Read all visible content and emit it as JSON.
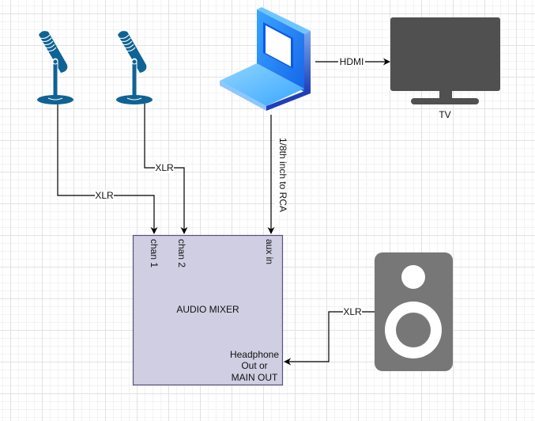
{
  "diagram": {
    "nodes": {
      "mic1": {
        "label": "",
        "icon": "microphone-icon"
      },
      "mic2": {
        "label": "",
        "icon": "microphone-icon"
      },
      "laptop": {
        "label": "",
        "icon": "laptop-icon"
      },
      "tv": {
        "label": "TV",
        "icon": "tv-monitor-icon"
      },
      "speaker": {
        "label": "",
        "icon": "speaker-icon"
      },
      "mixer": {
        "label": "AUDIO MIXER",
        "inputs": [
          "chan 1",
          "chan 2",
          "aux in"
        ],
        "output_label_lines": [
          "Headphone",
          "Out or",
          "MAIN OUT"
        ],
        "fill": "#d0cee2",
        "stroke": "#56517e"
      }
    },
    "edges": [
      {
        "from": "mic1",
        "to": "mixer.chan1",
        "label": "XLR"
      },
      {
        "from": "mic2",
        "to": "mixer.chan2",
        "label": "XLR"
      },
      {
        "from": "laptop",
        "to": "mixer.aux_in",
        "label": "1/8th inch to RCA"
      },
      {
        "from": "laptop",
        "to": "tv",
        "label": "HDMI"
      },
      {
        "from": "speaker",
        "to": "mixer.main_out",
        "label": "XLR"
      }
    ],
    "colors": {
      "mic": "#0f6394",
      "laptop_light": "#5fbfff",
      "laptop_dark": "#1f4fc9",
      "tv": "#505050",
      "speaker": "#777777"
    }
  }
}
